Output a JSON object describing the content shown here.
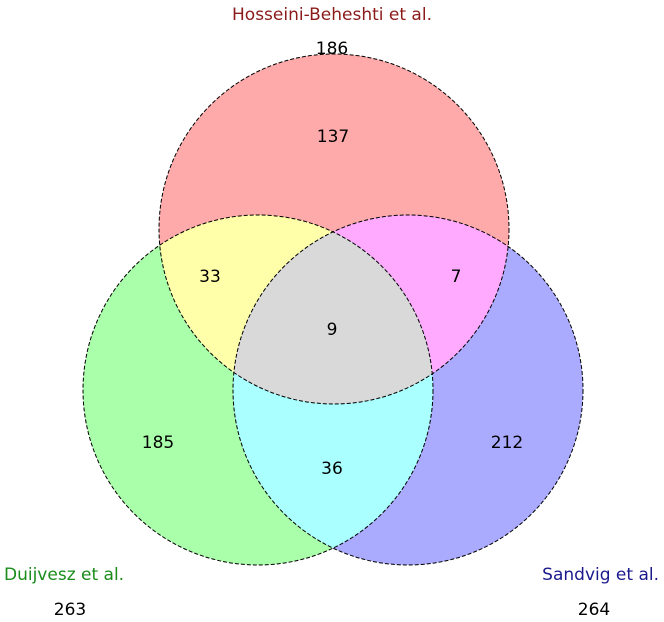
{
  "diagram": {
    "type": "venn-3",
    "sets": {
      "top": {
        "label": "Hosseini-Beheshti et al.",
        "total": "186",
        "label_color": "#8b1a1a"
      },
      "left": {
        "label": "Duijvesz et al.",
        "total": "263",
        "label_color": "#1a8c1a"
      },
      "right": {
        "label": "Sandvig et al.",
        "total": "264",
        "label_color": "#1a1a8c"
      }
    },
    "regions": {
      "top_only": "137",
      "left_only": "185",
      "right_only": "212",
      "top_left": "33",
      "top_right": "7",
      "left_right": "36",
      "all_three": "9"
    },
    "colors": {
      "top_only": "#ffaaaa",
      "left_only": "#aaffaa",
      "right_only": "#aaaaff",
      "top_left": "#ffffaa",
      "top_right": "#ffaaff",
      "left_right": "#aaffff",
      "all_three": "#d9d9d9"
    }
  }
}
